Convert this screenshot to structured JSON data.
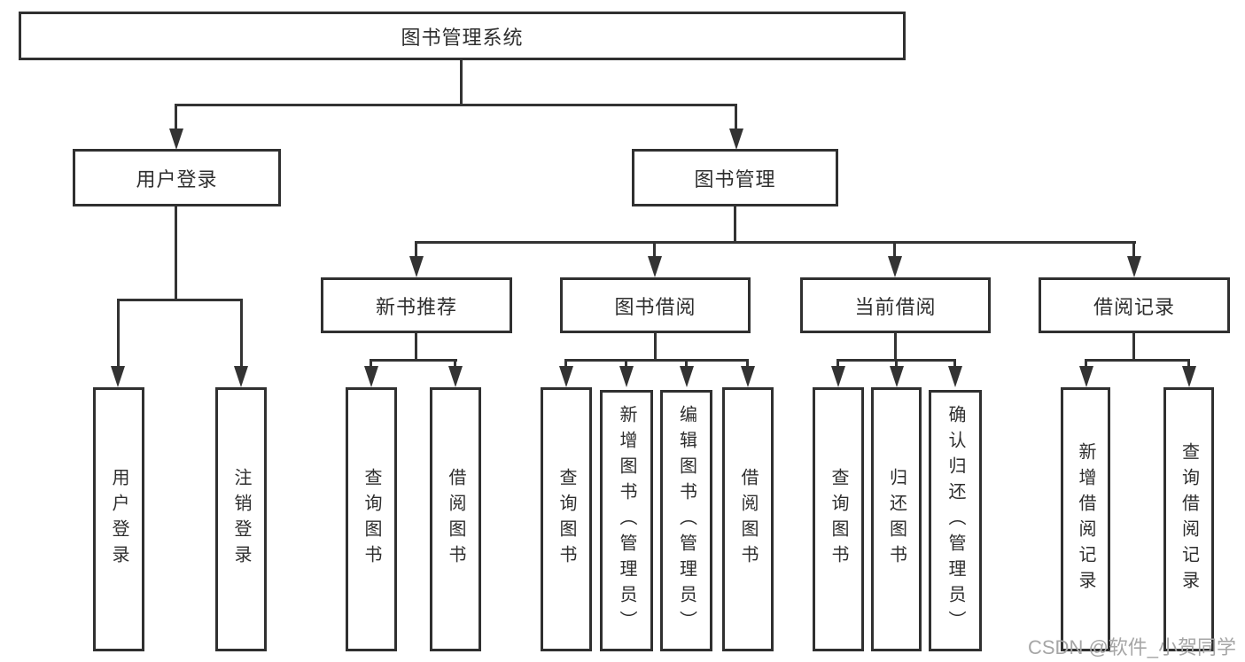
{
  "diagram": {
    "root": {
      "label": "图书管理系统"
    },
    "branches": [
      {
        "label": "用户登录",
        "leaves": [
          {
            "label": "用户登录"
          },
          {
            "label": "注销登录"
          }
        ]
      },
      {
        "label": "图书管理",
        "groups": [
          {
            "label": "新书推荐",
            "leaves": [
              {
                "label": "查询图书"
              },
              {
                "label": "借阅图书"
              }
            ]
          },
          {
            "label": "图书借阅",
            "leaves": [
              {
                "label": "查询图书"
              },
              {
                "label": "新增图书（管理员）"
              },
              {
                "label": "编辑图书（管理员）"
              },
              {
                "label": "借阅图书"
              }
            ]
          },
          {
            "label": "当前借阅",
            "leaves": [
              {
                "label": "查询图书"
              },
              {
                "label": "归还图书"
              },
              {
                "label": "确认归还（管理员）"
              }
            ]
          },
          {
            "label": "借阅记录",
            "leaves": [
              {
                "label": "新增借阅记录"
              },
              {
                "label": "查询借阅记录"
              }
            ]
          }
        ]
      }
    ]
  },
  "watermark": {
    "text": "CSDN @软件_小贺同学"
  },
  "colors": {
    "line": "#333333",
    "box_border": "#303030",
    "text": "#2e2e2e",
    "watermark": "#a6a6a6",
    "background": "#ffffff"
  }
}
